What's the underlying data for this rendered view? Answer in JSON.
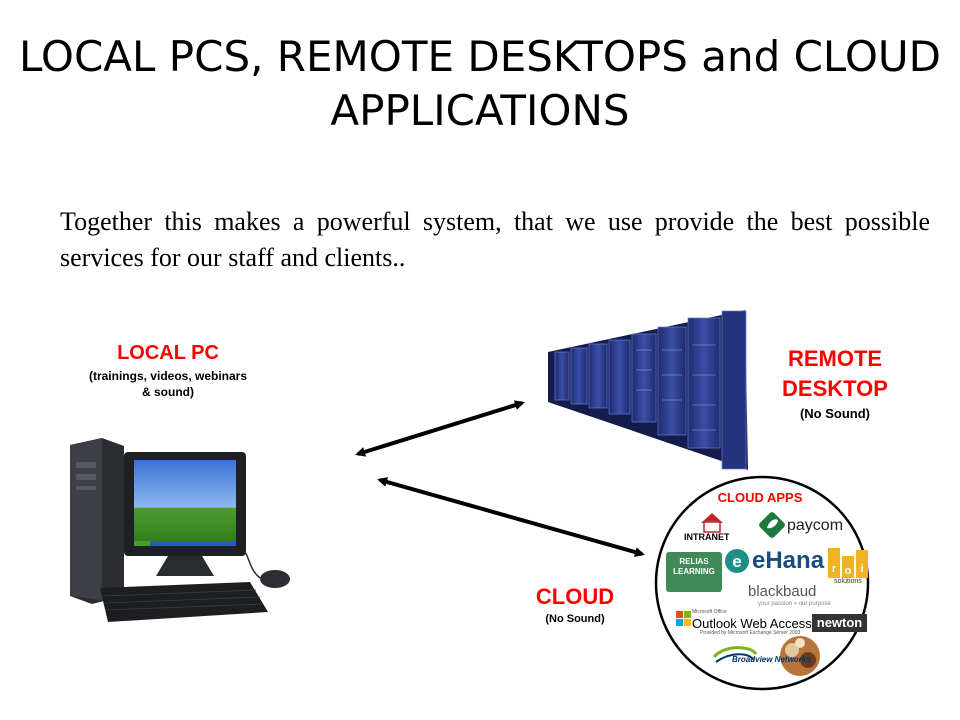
{
  "slide": {
    "title": "LOCAL PCS, REMOTE DESKTOPS and CLOUD APPLICATIONS",
    "subtitle": "Together this makes a powerful system, that we use provide the best possible services for our staff and clients.."
  },
  "local_pc": {
    "label": "LOCAL PC",
    "sublabel": "(trainings, videos, webinars & sound)"
  },
  "remote_desktop": {
    "label": "REMOTE DESKTOP",
    "sublabel": "(No Sound)"
  },
  "cloud": {
    "label": "CLOUD",
    "sublabel": "(No Sound)"
  },
  "cloud_apps": {
    "title": "CLOUD APPS",
    "intranet": "INTRANET",
    "paycom": "paycom",
    "relias": "RELIAS LEARNING",
    "ehana": "eHana",
    "roi": "solutions",
    "blackbaud": "blackbaud",
    "blackbaud_tag": "your passion » our purpose",
    "outlook_small": "Microsoft Office",
    "outlook": "Outlook Web Access",
    "outlook_sub": "Provided by Microsoft Exchange Server 2003",
    "newton": "newton",
    "broadview": "Broadview Networks"
  },
  "colors": {
    "label_red": "#ff0000",
    "server_blue": "#2a3a8c"
  }
}
